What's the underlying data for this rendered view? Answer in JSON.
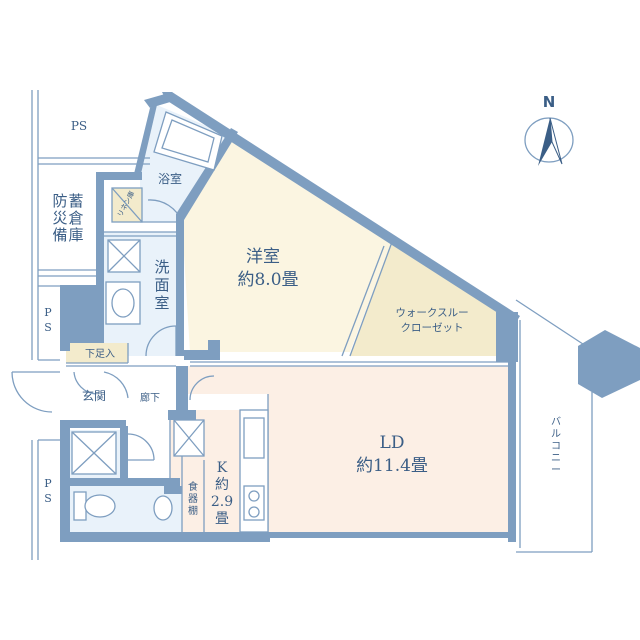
{
  "north": "N",
  "rooms": {
    "western": {
      "name": "洋室",
      "size": "約8.0畳"
    },
    "wic": {
      "line1": "ウォークスルー",
      "line2": "クローゼット"
    },
    "ld": {
      "name": "LD",
      "size": "約11.4畳"
    },
    "bath": "浴室",
    "linen": "リネン庫",
    "wash": [
      "洗",
      "面",
      "室"
    ],
    "storage": [
      [
        "防",
        "災",
        "備"
      ],
      [
        "蓄",
        "倉",
        "庫"
      ]
    ],
    "shoebox": "下足入",
    "entrance": "玄関",
    "hall": "廊下",
    "kitchen": [
      "K",
      "約",
      "2.9",
      "畳"
    ],
    "cupboard": [
      "食",
      "器",
      "棚"
    ],
    "balcony": [
      "バ",
      "ル",
      "コ",
      "ニ",
      "ー"
    ],
    "ps_top": "PS",
    "ps_mid": [
      "P",
      "S"
    ],
    "ps_bot": [
      "P",
      "S"
    ]
  },
  "colors": {
    "wall": "#7e9ec0",
    "western_floor": "#fbf5e1",
    "wic_floor": "#f3ebcc",
    "ld_floor": "#fcefe5",
    "wet_floor": "#e9f2fa",
    "text": "#3b5e86"
  }
}
